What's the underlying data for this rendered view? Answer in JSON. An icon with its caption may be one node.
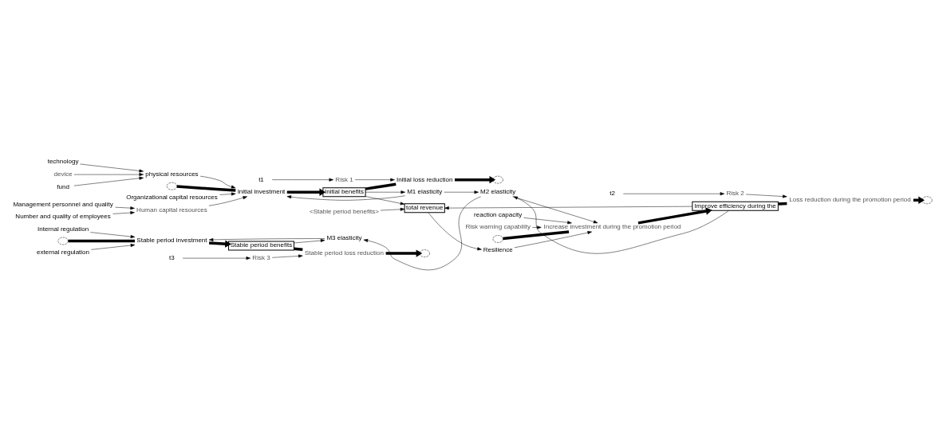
{
  "diagram": {
    "nodes": [
      {
        "text": [
          "total revenue"
        ]
      },
      {
        "text": [
          "<Stable period benefits>"
        ]
      },
      {
        "text": [
          "Organizational capital resources"
        ]
      },
      {
        "text": [
          "Initial investment"
        ]
      },
      {
        "text": [
          "Initial benefits"
        ]
      },
      {
        "text": [
          "Initial loss reduction"
        ]
      },
      {
        "text": [
          "t1"
        ]
      },
      {
        "text": [
          "Risk 1"
        ]
      },
      {
        "text": [
          "Resilience"
        ]
      },
      {
        "text": [
          "reaction capacity"
        ]
      },
      {
        "text": [
          "Increase investment during the promotion period"
        ]
      },
      {
        "text": [
          "Improve efficiency during the"
        ]
      },
      {
        "text": [
          "t2"
        ]
      },
      {
        "text": [
          "Risk 2"
        ]
      },
      {
        "text": [
          "Loss reduction during the promotion period"
        ]
      },
      {
        "text": [
          "Risk warning capability"
        ]
      },
      {
        "text": [
          "Human capital resources"
        ]
      },
      {
        "text": [
          "physical resources"
        ]
      },
      {
        "text": [
          "fund"
        ]
      },
      {
        "text": [
          "M1 elasticity"
        ]
      },
      {
        "text": [
          "M2 elasticity"
        ]
      },
      {
        "text": [
          "technology"
        ]
      },
      {
        "text": [
          "device"
        ]
      },
      {
        "text": [
          "Number and quality of employees"
        ]
      },
      {
        "text": [
          "external regulation"
        ]
      },
      {
        "text": [
          "t3"
        ]
      },
      {
        "text": [
          "Internal regulation"
        ]
      },
      {
        "text": [
          "Risk 3"
        ]
      },
      {
        "text": [
          "Management personnel and quality"
        ]
      },
      {
        "text": [
          "Stable period benefits"
        ]
      },
      {
        "text": [
          "Stable period investment"
        ]
      },
      {
        "text": [
          "Stable period loss reduction"
        ]
      },
      {
        "text": [
          "M3 elasticity"
        ]
      },
      {
        "text": [],
        "shape": "cloud"
      },
      {
        "text": [],
        "shape": "cloud"
      },
      {
        "text": [],
        "shape": "cloud"
      },
      {
        "text": [],
        "shape": "cloud"
      },
      {
        "text": [],
        "shape": "cloud"
      },
      {
        "text": [],
        "shape": "cloud"
      }
    ],
    "edges": [
      {
        "from": 33,
        "to": 3,
        "arrow": "none",
        "style": "thick"
      },
      {
        "from": 3,
        "to": 4,
        "arrow": "to",
        "style": "thick"
      },
      {
        "from": 4,
        "to": 5,
        "arrow": "none",
        "style": "thick"
      },
      {
        "from": 5,
        "to": 34,
        "arrow": "to",
        "style": "thick"
      },
      {
        "from": 35,
        "to": 10,
        "arrow": "none",
        "style": "thick"
      },
      {
        "from": 10,
        "to": 11,
        "arrow": "to",
        "style": "thick"
      },
      {
        "from": 11,
        "to": 14,
        "arrow": "none",
        "style": "thick"
      },
      {
        "from": 14,
        "to": 36,
        "arrow": "to",
        "style": "thick"
      },
      {
        "from": 37,
        "to": 30,
        "arrow": "none",
        "style": "thick"
      },
      {
        "from": 30,
        "to": 29,
        "arrow": "to",
        "style": "thick"
      },
      {
        "from": 29,
        "to": 31,
        "arrow": "none",
        "style": "thick"
      },
      {
        "from": 31,
        "to": 38,
        "arrow": "to",
        "style": "thick"
      },
      {
        "from": 1,
        "to": 0,
        "arrow": "to"
      },
      {
        "from": 4,
        "to": 0,
        "arrow": "to"
      },
      {
        "from": 2,
        "to": 3,
        "arrow": "to"
      },
      {
        "from": 6,
        "to": 7,
        "arrow": "to"
      },
      {
        "from": 7,
        "to": 5,
        "arrow": "to"
      },
      {
        "from": 0,
        "to": 8,
        "arrow": "to"
      },
      {
        "from": 9,
        "to": 10,
        "arrow": "to"
      },
      {
        "from": 11,
        "to": 0,
        "arrow": "to"
      },
      {
        "from": 12,
        "to": 13,
        "arrow": "to"
      },
      {
        "from": 13,
        "to": 14,
        "arrow": "to"
      },
      {
        "from": 8,
        "to": 10,
        "arrow": "to"
      },
      {
        "from": 15,
        "to": 10,
        "arrow": "to"
      },
      {
        "from": 20,
        "to": 10,
        "arrow": "to"
      },
      {
        "from": 11,
        "to": 20,
        "arrow": "to"
      },
      {
        "from": 16,
        "to": 3,
        "arrow": "to"
      },
      {
        "from": 17,
        "to": 3,
        "arrow": "to"
      },
      {
        "from": 19,
        "to": 3,
        "arrow": "to"
      },
      {
        "from": 4,
        "to": 19,
        "arrow": "to"
      },
      {
        "from": 18,
        "to": 17,
        "arrow": "to"
      },
      {
        "from": 21,
        "to": 17,
        "arrow": "to"
      },
      {
        "from": 22,
        "to": 17,
        "arrow": "to"
      },
      {
        "from": 23,
        "to": 16,
        "arrow": "to"
      },
      {
        "from": 28,
        "to": 16,
        "arrow": "to"
      },
      {
        "from": 19,
        "to": 20,
        "arrow": "to"
      },
      {
        "from": 26,
        "to": 30,
        "arrow": "to"
      },
      {
        "from": 24,
        "to": 30,
        "arrow": "to"
      },
      {
        "from": 25,
        "to": 27,
        "arrow": "to"
      },
      {
        "from": 27,
        "to": 31,
        "arrow": "to"
      },
      {
        "from": 29,
        "to": 32,
        "arrow": "to"
      },
      {
        "from": 20,
        "to": 32,
        "arrow": "to"
      },
      {
        "from": 32,
        "to": 30,
        "arrow": "to"
      }
    ]
  }
}
